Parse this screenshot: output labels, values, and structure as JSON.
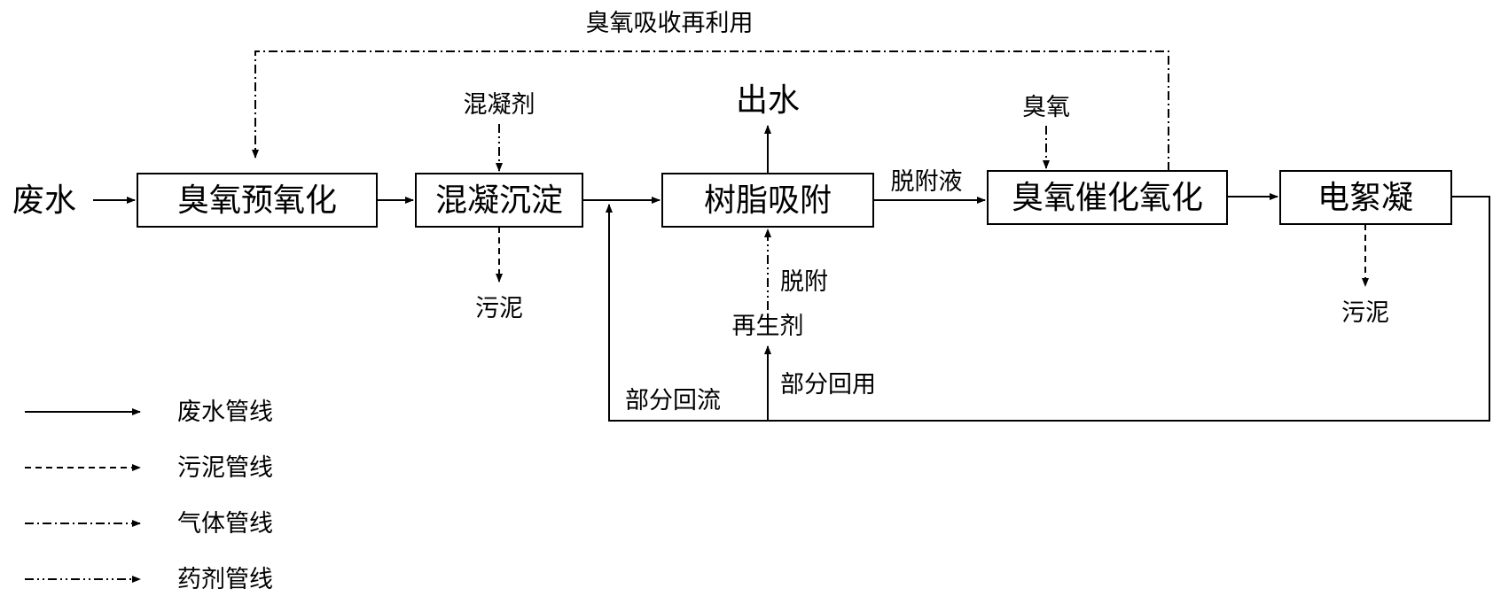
{
  "nodes": {
    "wastewater": "废水",
    "ozone_preoxidation": "臭氧预氧化",
    "coag_sed": "混凝沉淀",
    "resin_adsorption": "树脂吸附",
    "ozone_catalytic": "臭氧催化氧化",
    "electroflocculation": "电絮凝",
    "effluent": "出水",
    "coagulant": "混凝剂",
    "sludge1": "污泥",
    "sludge2": "污泥",
    "ozone_input": "臭氧",
    "regenerant": "再生剂"
  },
  "flow_labels": {
    "ozone_reuse": "臭氧吸收再利用",
    "desorption_liquid": "脱附液",
    "desorption": "脱附",
    "partial_reflux": "部分回流",
    "partial_reuse": "部分回用"
  },
  "legend": {
    "wastewater_line": "废水管线",
    "sludge_line": "污泥管线",
    "gas_line": "气体管线",
    "chemical_line": "药剂管线"
  }
}
